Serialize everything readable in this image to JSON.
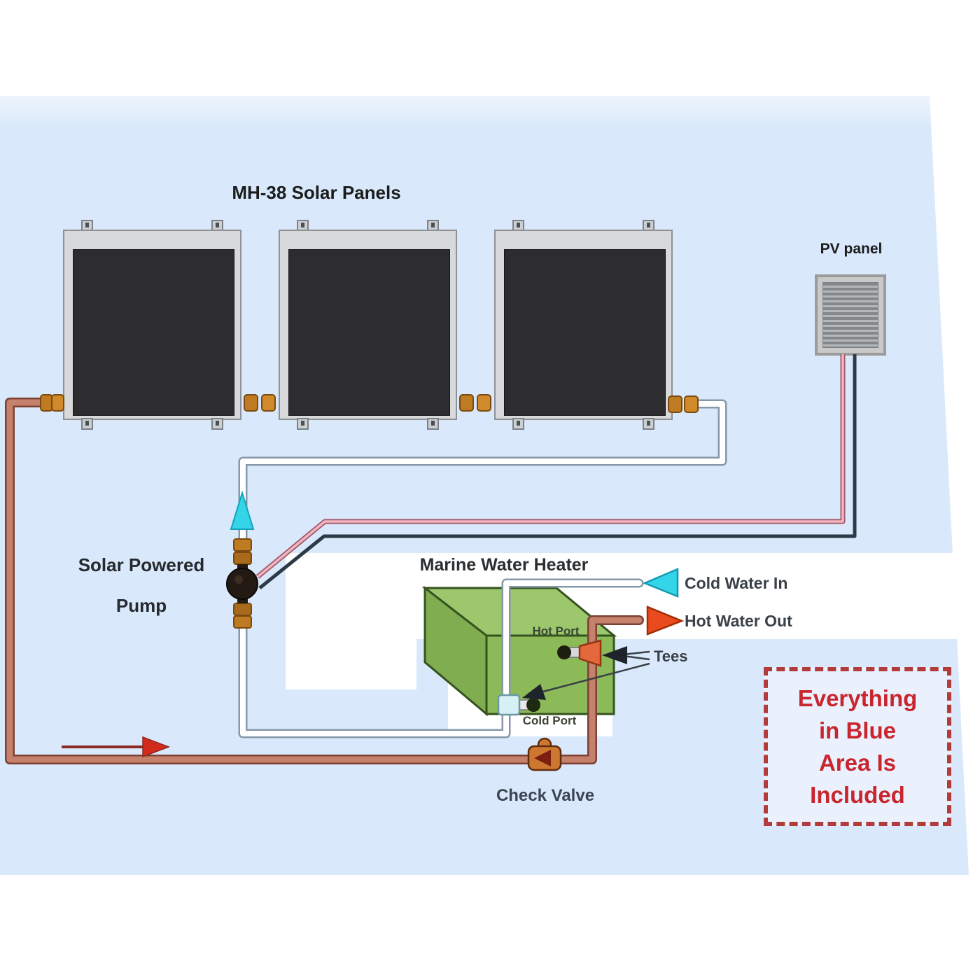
{
  "title": "MH-38 Solar Panels",
  "labels": {
    "pv_panel": "PV panel",
    "pump_line1": "Solar Powered",
    "pump_line2": "Pump",
    "heater": "Marine Water Heater",
    "cold_water_in": "Cold Water In",
    "hot_water_out": "Hot Water Out",
    "hot_port": "Hot Port",
    "cold_port": "Cold Port",
    "tees": "Tees",
    "check_valve": "Check Valve"
  },
  "included_note": {
    "lines": [
      "Everything",
      "in Blue",
      "Area Is",
      "Included"
    ]
  },
  "colors": {
    "background_blue": "#d9e9fb",
    "hot_pipe": "#c5816b",
    "hot_pipe_outline": "#7d4033",
    "cold_pipe_outline": "#8799a9",
    "pink_wire": "#f2b6c2",
    "black_wire": "#2b3a46",
    "brass_fitting": "#bf7b22",
    "heater_green": "#8cba59",
    "cold_arrow_cyan": "#35d5e9",
    "hot_arrow_orange": "#e94b1c",
    "flow_arrow_red": "#d32b1b",
    "note_red": "#c9252e"
  }
}
